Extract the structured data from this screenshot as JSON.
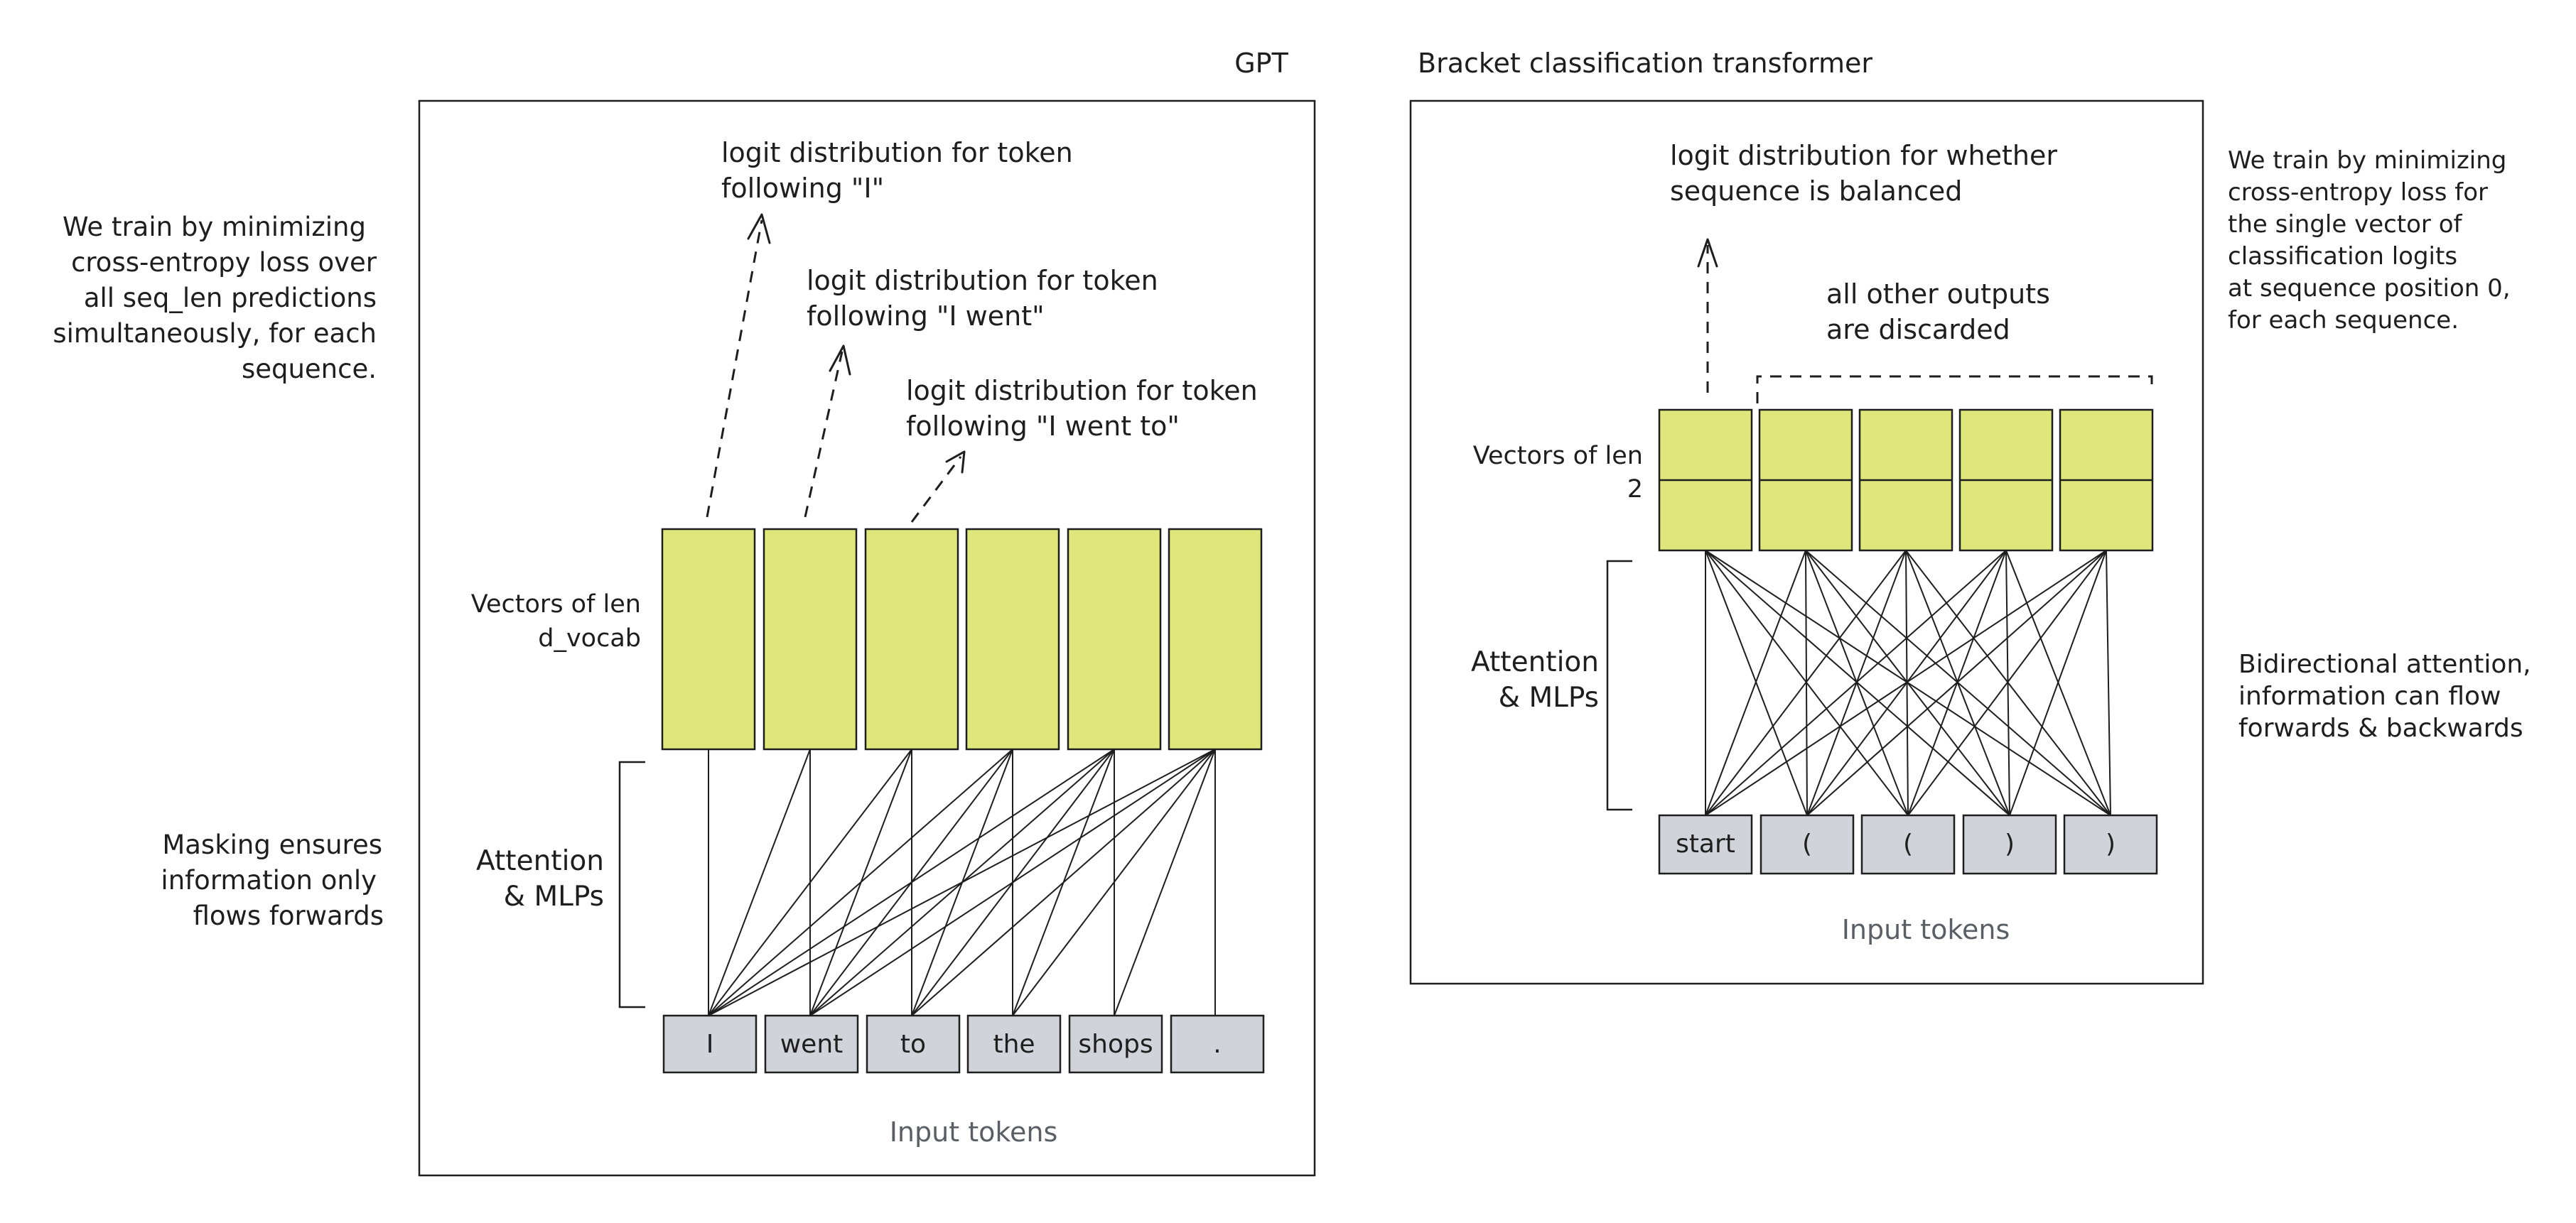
{
  "gpt": {
    "title": "GPT",
    "left_note": [
      "We train by minimizing",
      "cross-entropy loss over",
      "all seq_len predictions",
      "simultaneously, for each",
      "sequence."
    ],
    "mask_note": [
      "Masking ensures",
      "information only",
      "flows forwards"
    ],
    "vectors_label": [
      "Vectors of len",
      "d_vocab"
    ],
    "attention_label": [
      "Attention",
      "& MLPs"
    ],
    "tokens": [
      "I",
      "went",
      "to",
      "the",
      "shops",
      "."
    ],
    "input_tokens_label": "Input tokens",
    "logit_labels": [
      [
        "logit distribution for token",
        "following \"I\""
      ],
      [
        "logit distribution for token",
        "following \"I went\""
      ],
      [
        "logit distribution for token",
        "following \"I went to\""
      ]
    ]
  },
  "bracket": {
    "title": "Bracket classification transformer",
    "right_note": [
      "We train by minimizing",
      "cross-entropy loss for",
      "the single vector of",
      "classification logits",
      "at sequence position 0,",
      "for each sequence."
    ],
    "bidir_note": [
      "Bidirectional attention,",
      "information can flow",
      "forwards & backwards"
    ],
    "vectors_label": [
      "Vectors of len",
      "2"
    ],
    "attention_label": [
      "Attention",
      "& MLPs"
    ],
    "tokens": [
      "start",
      "(",
      "(",
      ")",
      ")"
    ],
    "input_tokens_label": "Input tokens",
    "logit_label": [
      "logit distribution for whether",
      "sequence is balanced"
    ],
    "discarded_label": [
      "all other outputs",
      "are discarded"
    ]
  },
  "colors": {
    "vector_fill": "#dfe77b",
    "token_fill": "#d0d3d9",
    "stroke": "#1e1e1e",
    "muted_text": "#5a5f66"
  }
}
